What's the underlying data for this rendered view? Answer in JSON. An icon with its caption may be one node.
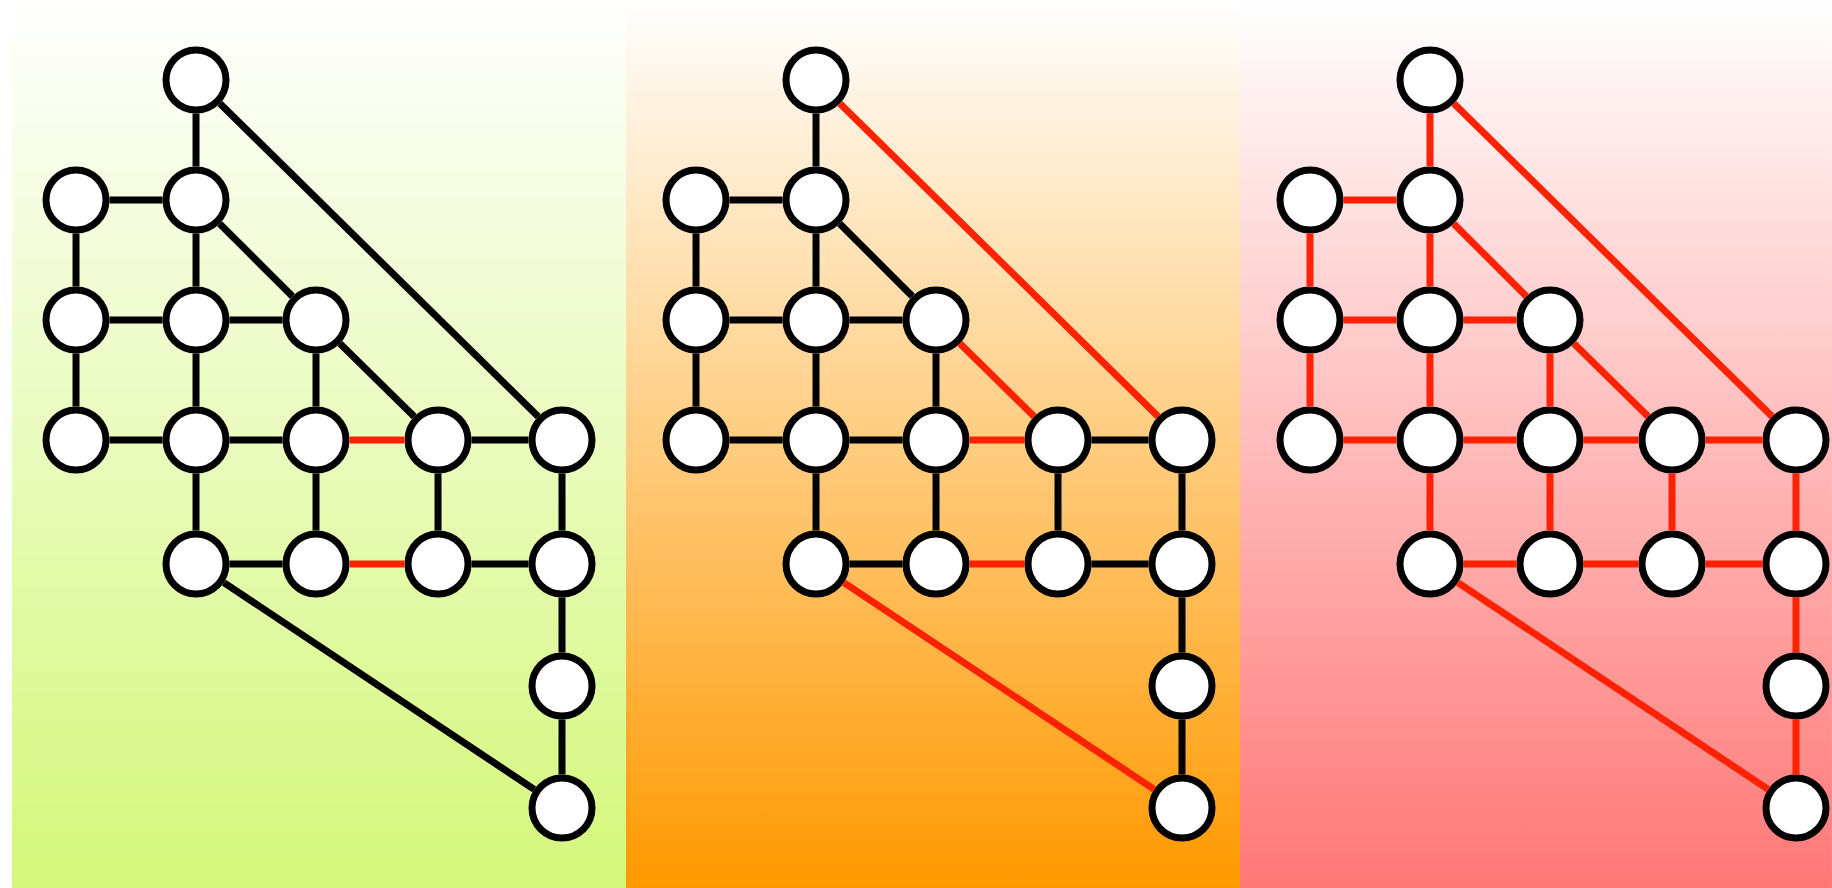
{
  "diagram": {
    "nodes": [
      {
        "text": [],
        "shape": "circle"
      },
      {
        "text": [],
        "shape": "circle"
      },
      {
        "text": [],
        "shape": "circle"
      },
      {
        "text": [],
        "shape": "circle"
      },
      {
        "text": [],
        "shape": "circle"
      },
      {
        "text": [],
        "shape": "circle"
      },
      {
        "text": [],
        "shape": "circle"
      },
      {
        "text": [],
        "shape": "circle"
      },
      {
        "text": [],
        "shape": "circle"
      },
      {
        "text": [],
        "shape": "circle"
      },
      {
        "text": [],
        "shape": "circle"
      },
      {
        "text": [],
        "shape": "circle"
      },
      {
        "text": [],
        "shape": "circle"
      },
      {
        "text": [],
        "shape": "circle"
      },
      {
        "text": [],
        "shape": "circle"
      },
      {
        "text": [],
        "shape": "circle"
      },
      {
        "text": [],
        "shape": "circle"
      },
      {
        "text": [],
        "shape": "circle"
      },
      {
        "text": [],
        "shape": "circle"
      },
      {
        "text": [],
        "shape": "circle"
      },
      {
        "text": [],
        "shape": "circle"
      },
      {
        "text": [],
        "shape": "circle"
      },
      {
        "text": [],
        "shape": "circle"
      },
      {
        "text": [],
        "shape": "circle"
      },
      {
        "text": [],
        "shape": "circle"
      },
      {
        "text": [],
        "shape": "circle"
      },
      {
        "text": [],
        "shape": "circle"
      },
      {
        "text": [],
        "shape": "circle"
      },
      {
        "text": [],
        "shape": "circle"
      },
      {
        "text": [],
        "shape": "circle"
      },
      {
        "text": [],
        "shape": "circle"
      },
      {
        "text": [],
        "shape": "circle"
      },
      {
        "text": [],
        "shape": "circle"
      },
      {
        "text": [],
        "shape": "circle"
      },
      {
        "text": [],
        "shape": "circle"
      },
      {
        "text": [],
        "shape": "circle"
      },
      {
        "text": [],
        "shape": "circle"
      },
      {
        "text": [],
        "shape": "circle"
      },
      {
        "text": [],
        "shape": "circle"
      },
      {
        "text": [],
        "shape": "circle"
      },
      {
        "text": [],
        "shape": "circle"
      },
      {
        "text": [],
        "shape": "circle"
      },
      {
        "text": [],
        "shape": "circle"
      },
      {
        "text": [],
        "shape": "circle"
      },
      {
        "text": [],
        "shape": "circle"
      },
      {
        "text": [],
        "shape": "circle"
      },
      {
        "text": [],
        "shape": "circle"
      },
      {
        "text": [],
        "shape": "circle"
      },
      {
        "text": [],
        "shape": "circle"
      },
      {
        "text": [],
        "shape": "circle"
      },
      {
        "text": [],
        "shape": "circle"
      }
    ],
    "edges": [
      {
        "from": 0,
        "to": 2,
        "arrow": "none"
      },
      {
        "from": 0,
        "to": 10,
        "arrow": "none"
      },
      {
        "from": 1,
        "to": 2,
        "arrow": "none"
      },
      {
        "from": 1,
        "to": 3,
        "arrow": "none"
      },
      {
        "from": 2,
        "to": 4,
        "arrow": "none"
      },
      {
        "from": 2,
        "to": 5,
        "arrow": "none"
      },
      {
        "from": 3,
        "to": 4,
        "arrow": "none"
      },
      {
        "from": 3,
        "to": 6,
        "arrow": "none"
      },
      {
        "from": 4,
        "to": 5,
        "arrow": "none"
      },
      {
        "from": 4,
        "to": 7,
        "arrow": "none"
      },
      {
        "from": 5,
        "to": 8,
        "arrow": "none"
      },
      {
        "from": 5,
        "to": 9,
        "arrow": "none"
      },
      {
        "from": 6,
        "to": 7,
        "arrow": "none"
      },
      {
        "from": 7,
        "to": 8,
        "arrow": "none"
      },
      {
        "from": 7,
        "to": 11,
        "arrow": "none"
      },
      {
        "from": 8,
        "to": 9,
        "arrow": "none",
        "color": "#ff2200"
      },
      {
        "from": 8,
        "to": 12,
        "arrow": "none"
      },
      {
        "from": 9,
        "to": 10,
        "arrow": "none"
      },
      {
        "from": 9,
        "to": 13,
        "arrow": "none"
      },
      {
        "from": 10,
        "to": 14,
        "arrow": "none"
      },
      {
        "from": 11,
        "to": 12,
        "arrow": "none"
      },
      {
        "from": 12,
        "to": 13,
        "arrow": "none",
        "color": "#ff2200"
      },
      {
        "from": 13,
        "to": 14,
        "arrow": "none"
      },
      {
        "from": 14,
        "to": 15,
        "arrow": "none"
      },
      {
        "from": 15,
        "to": 16,
        "arrow": "none"
      },
      {
        "from": 11,
        "to": 16,
        "arrow": "none"
      },
      {
        "from": 17,
        "to": 19,
        "arrow": "none"
      },
      {
        "from": 17,
        "to": 27,
        "arrow": "none",
        "color": "#ff2200"
      },
      {
        "from": 18,
        "to": 19,
        "arrow": "none"
      },
      {
        "from": 18,
        "to": 20,
        "arrow": "none"
      },
      {
        "from": 19,
        "to": 21,
        "arrow": "none"
      },
      {
        "from": 19,
        "to": 22,
        "arrow": "none"
      },
      {
        "from": 20,
        "to": 21,
        "arrow": "none"
      },
      {
        "from": 20,
        "to": 23,
        "arrow": "none"
      },
      {
        "from": 21,
        "to": 22,
        "arrow": "none"
      },
      {
        "from": 21,
        "to": 24,
        "arrow": "none"
      },
      {
        "from": 22,
        "to": 25,
        "arrow": "none"
      },
      {
        "from": 22,
        "to": 26,
        "arrow": "none",
        "color": "#ff2200"
      },
      {
        "from": 23,
        "to": 24,
        "arrow": "none"
      },
      {
        "from": 24,
        "to": 25,
        "arrow": "none"
      },
      {
        "from": 24,
        "to": 28,
        "arrow": "none"
      },
      {
        "from": 25,
        "to": 26,
        "arrow": "none",
        "color": "#ff2200"
      },
      {
        "from": 25,
        "to": 29,
        "arrow": "none"
      },
      {
        "from": 26,
        "to": 27,
        "arrow": "none"
      },
      {
        "from": 26,
        "to": 30,
        "arrow": "none"
      },
      {
        "from": 27,
        "to": 31,
        "arrow": "none"
      },
      {
        "from": 28,
        "to": 29,
        "arrow": "none"
      },
      {
        "from": 29,
        "to": 30,
        "arrow": "none",
        "color": "#ff2200"
      },
      {
        "from": 30,
        "to": 31,
        "arrow": "none"
      },
      {
        "from": 31,
        "to": 32,
        "arrow": "none"
      },
      {
        "from": 32,
        "to": 33,
        "arrow": "none"
      },
      {
        "from": 28,
        "to": 33,
        "arrow": "none",
        "color": "#ff2200"
      },
      {
        "from": 34,
        "to": 36,
        "arrow": "none",
        "color": "#ff2200"
      },
      {
        "from": 34,
        "to": 44,
        "arrow": "none",
        "color": "#ff2200"
      },
      {
        "from": 35,
        "to": 36,
        "arrow": "none",
        "color": "#ff2200"
      },
      {
        "from": 35,
        "to": 37,
        "arrow": "none",
        "color": "#ff2200"
      },
      {
        "from": 36,
        "to": 38,
        "arrow": "none",
        "color": "#ff2200"
      },
      {
        "from": 36,
        "to": 39,
        "arrow": "none",
        "color": "#ff2200"
      },
      {
        "from": 37,
        "to": 38,
        "arrow": "none",
        "color": "#ff2200"
      },
      {
        "from": 37,
        "to": 40,
        "arrow": "none",
        "color": "#ff2200"
      },
      {
        "from": 38,
        "to": 39,
        "arrow": "none",
        "color": "#ff2200"
      },
      {
        "from": 38,
        "to": 41,
        "arrow": "none",
        "color": "#ff2200"
      },
      {
        "from": 39,
        "to": 42,
        "arrow": "none",
        "color": "#ff2200"
      },
      {
        "from": 39,
        "to": 43,
        "arrow": "none",
        "color": "#ff2200"
      },
      {
        "from": 40,
        "to": 41,
        "arrow": "none",
        "color": "#ff2200"
      },
      {
        "from": 41,
        "to": 42,
        "arrow": "none",
        "color": "#ff2200"
      },
      {
        "from": 41,
        "to": 45,
        "arrow": "none",
        "color": "#ff2200"
      },
      {
        "from": 42,
        "to": 43,
        "arrow": "none",
        "color": "#ff2200"
      },
      {
        "from": 42,
        "to": 46,
        "arrow": "none",
        "color": "#ff2200"
      },
      {
        "from": 43,
        "to": 44,
        "arrow": "none",
        "color": "#ff2200"
      },
      {
        "from": 43,
        "to": 47,
        "arrow": "none",
        "color": "#ff2200"
      },
      {
        "from": 44,
        "to": 48,
        "arrow": "none",
        "color": "#ff2200"
      },
      {
        "from": 45,
        "to": 46,
        "arrow": "none",
        "color": "#ff2200"
      },
      {
        "from": 46,
        "to": 47,
        "arrow": "none",
        "color": "#ff2200"
      },
      {
        "from": 47,
        "to": 48,
        "arrow": "none",
        "color": "#ff2200"
      },
      {
        "from": 48,
        "to": 49,
        "arrow": "none",
        "color": "#ff2200"
      },
      {
        "from": 49,
        "to": 50,
        "arrow": "none",
        "color": "#ff2200"
      },
      {
        "from": 45,
        "to": 50,
        "arrow": "none",
        "color": "#ff2200"
      }
    ]
  }
}
